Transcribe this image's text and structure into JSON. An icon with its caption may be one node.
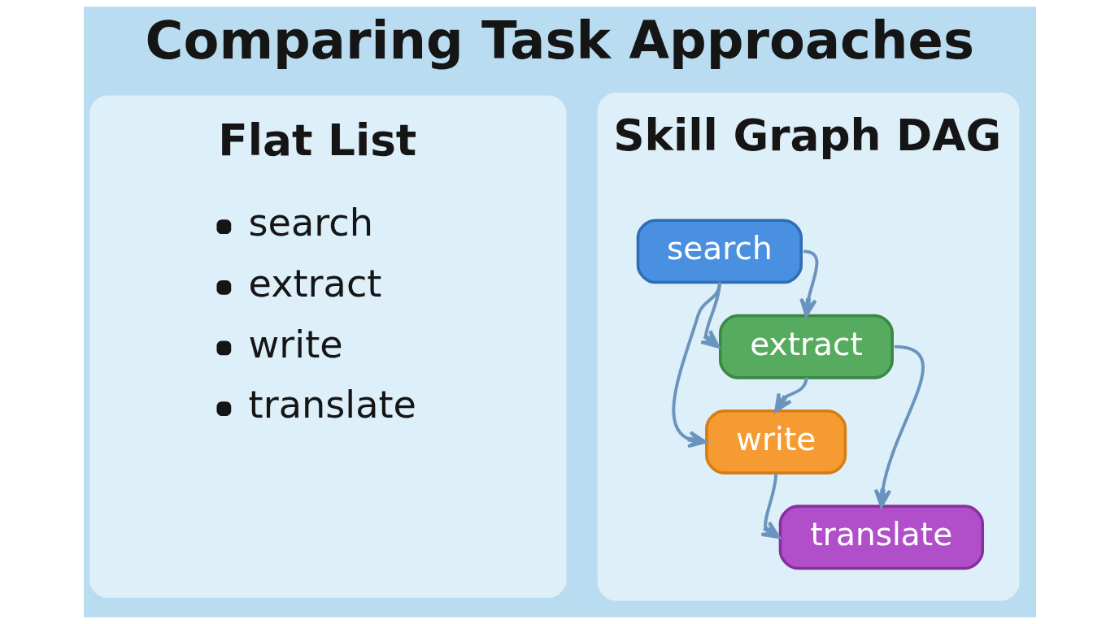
{
  "diagram": {
    "title": "Comparing Task Approaches",
    "nodes": [
      {
        "text": [
          "Flat List",
          "search",
          "extract",
          "write",
          "translate"
        ]
      },
      {
        "text": [
          "Skill Graph DAG"
        ]
      },
      {
        "text": [
          "search"
        ],
        "in": 1
      },
      {
        "text": [
          "extract"
        ],
        "in": 1
      },
      {
        "text": [
          "write"
        ],
        "in": 1
      },
      {
        "text": [
          "translate"
        ],
        "in": 1
      }
    ],
    "edges": [
      {
        "from": 2,
        "to": 3,
        "arrow": "to"
      },
      {
        "from": 2,
        "to": 3,
        "arrow": "to"
      },
      {
        "from": 2,
        "to": 4,
        "arrow": "to"
      },
      {
        "from": 3,
        "to": 4,
        "arrow": "to"
      },
      {
        "from": 3,
        "to": 5,
        "arrow": "to"
      },
      {
        "from": 4,
        "to": 5,
        "arrow": "to"
      }
    ]
  }
}
